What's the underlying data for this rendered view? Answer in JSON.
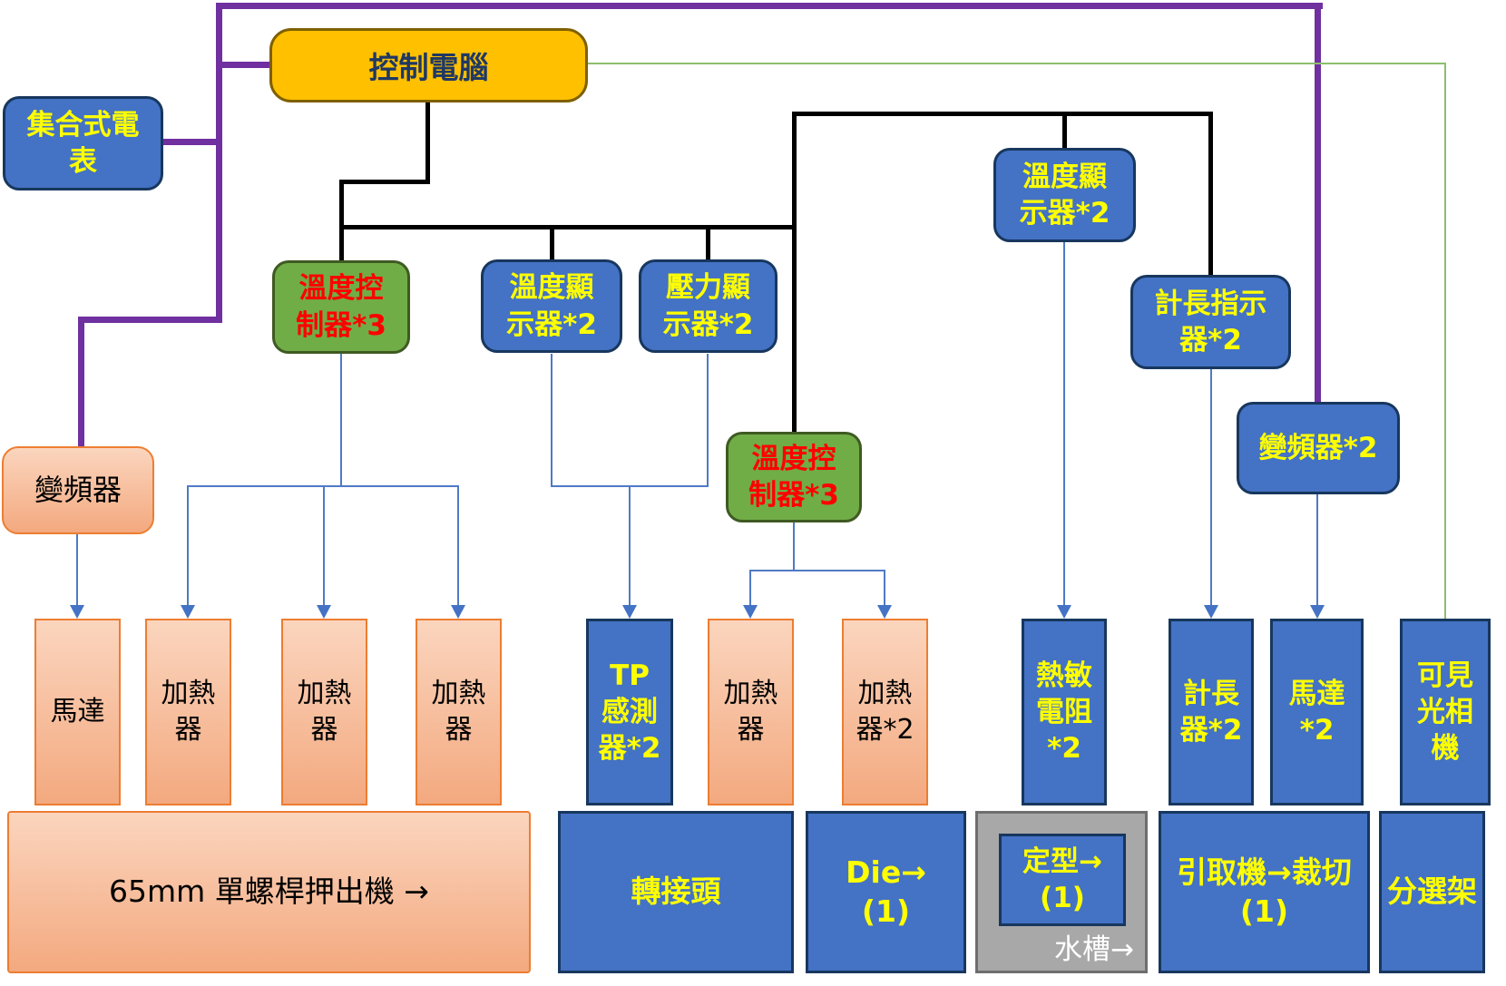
{
  "nodes": {
    "control_computer": {
      "label": "控制電腦"
    },
    "power_meter": {
      "label": "集合式電\n表"
    },
    "temp_controller_1": {
      "label": "溫度控\n制器*3"
    },
    "temp_display_1": {
      "label": "溫度顯\n示器*2"
    },
    "pressure_display": {
      "label": "壓力顯\n示器*2"
    },
    "temp_display_2": {
      "label": "溫度顯\n示器*2"
    },
    "length_indicator": {
      "label": "計長指示\n器*2"
    },
    "inverter_single": {
      "label": "變頻器"
    },
    "inverter_double": {
      "label": "變頻器*2"
    },
    "temp_controller_2": {
      "label": "溫度控\n制器*3"
    },
    "motor_1": {
      "label": "馬達"
    },
    "heater_1": {
      "label": "加熱\n器"
    },
    "heater_2": {
      "label": "加熱\n器"
    },
    "heater_3": {
      "label": "加熱\n器"
    },
    "tp_sensor": {
      "label": "TP\n感測\n器*2"
    },
    "heater_4": {
      "label": "加熱\n器"
    },
    "heater_5": {
      "label": "加熱\n器*2"
    },
    "thermistor": {
      "label": "熱敏\n電阻\n*2"
    },
    "length_counter": {
      "label": "計長\n器*2"
    },
    "motor_2": {
      "label": "馬達\n*2"
    },
    "camera": {
      "label": "可見\n光相\n機"
    },
    "extruder": {
      "label": "65mm 單螺桿押出機 →"
    },
    "adapter": {
      "label": "轉接頭"
    },
    "die": {
      "label": "Die→\n(1)"
    },
    "shaper": {
      "label": "定型→\n(1)"
    },
    "water_tank": {
      "label": "水槽→"
    },
    "puller": {
      "label": "引取機→裁切\n(1)"
    },
    "sorting_rack": {
      "label": "分選架"
    }
  },
  "colors": {
    "box_blue": "#4472C4",
    "box_green": "#70AD47",
    "box_orange": "#FFC000",
    "box_pink": "#F3A97F",
    "box_gray": "#A8A8A8",
    "text_yellow": "#FFFF00",
    "text_red": "#FF0000",
    "text_navy": "#1F3864",
    "line_purple": "#7030A0",
    "line_black": "#000000",
    "line_green": "#8CBE6E",
    "line_blue": "#4F7AC5"
  }
}
